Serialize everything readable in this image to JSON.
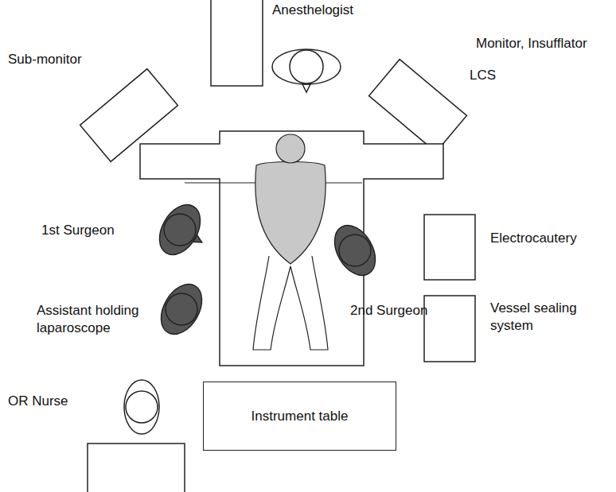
{
  "diagram": {
    "nodes": [
      {
        "text": [
          "Instrument table"
        ]
      }
    ],
    "labels": [
      "Anesthelogist",
      "Sub-monitor",
      "Monitor, Insufflator",
      "LCS",
      "1st Surgeon",
      "Electrocautery",
      "Assistant holding laparoscope",
      "2nd Surgeon",
      "Vessel sealing system",
      "OR Nurse"
    ]
  }
}
